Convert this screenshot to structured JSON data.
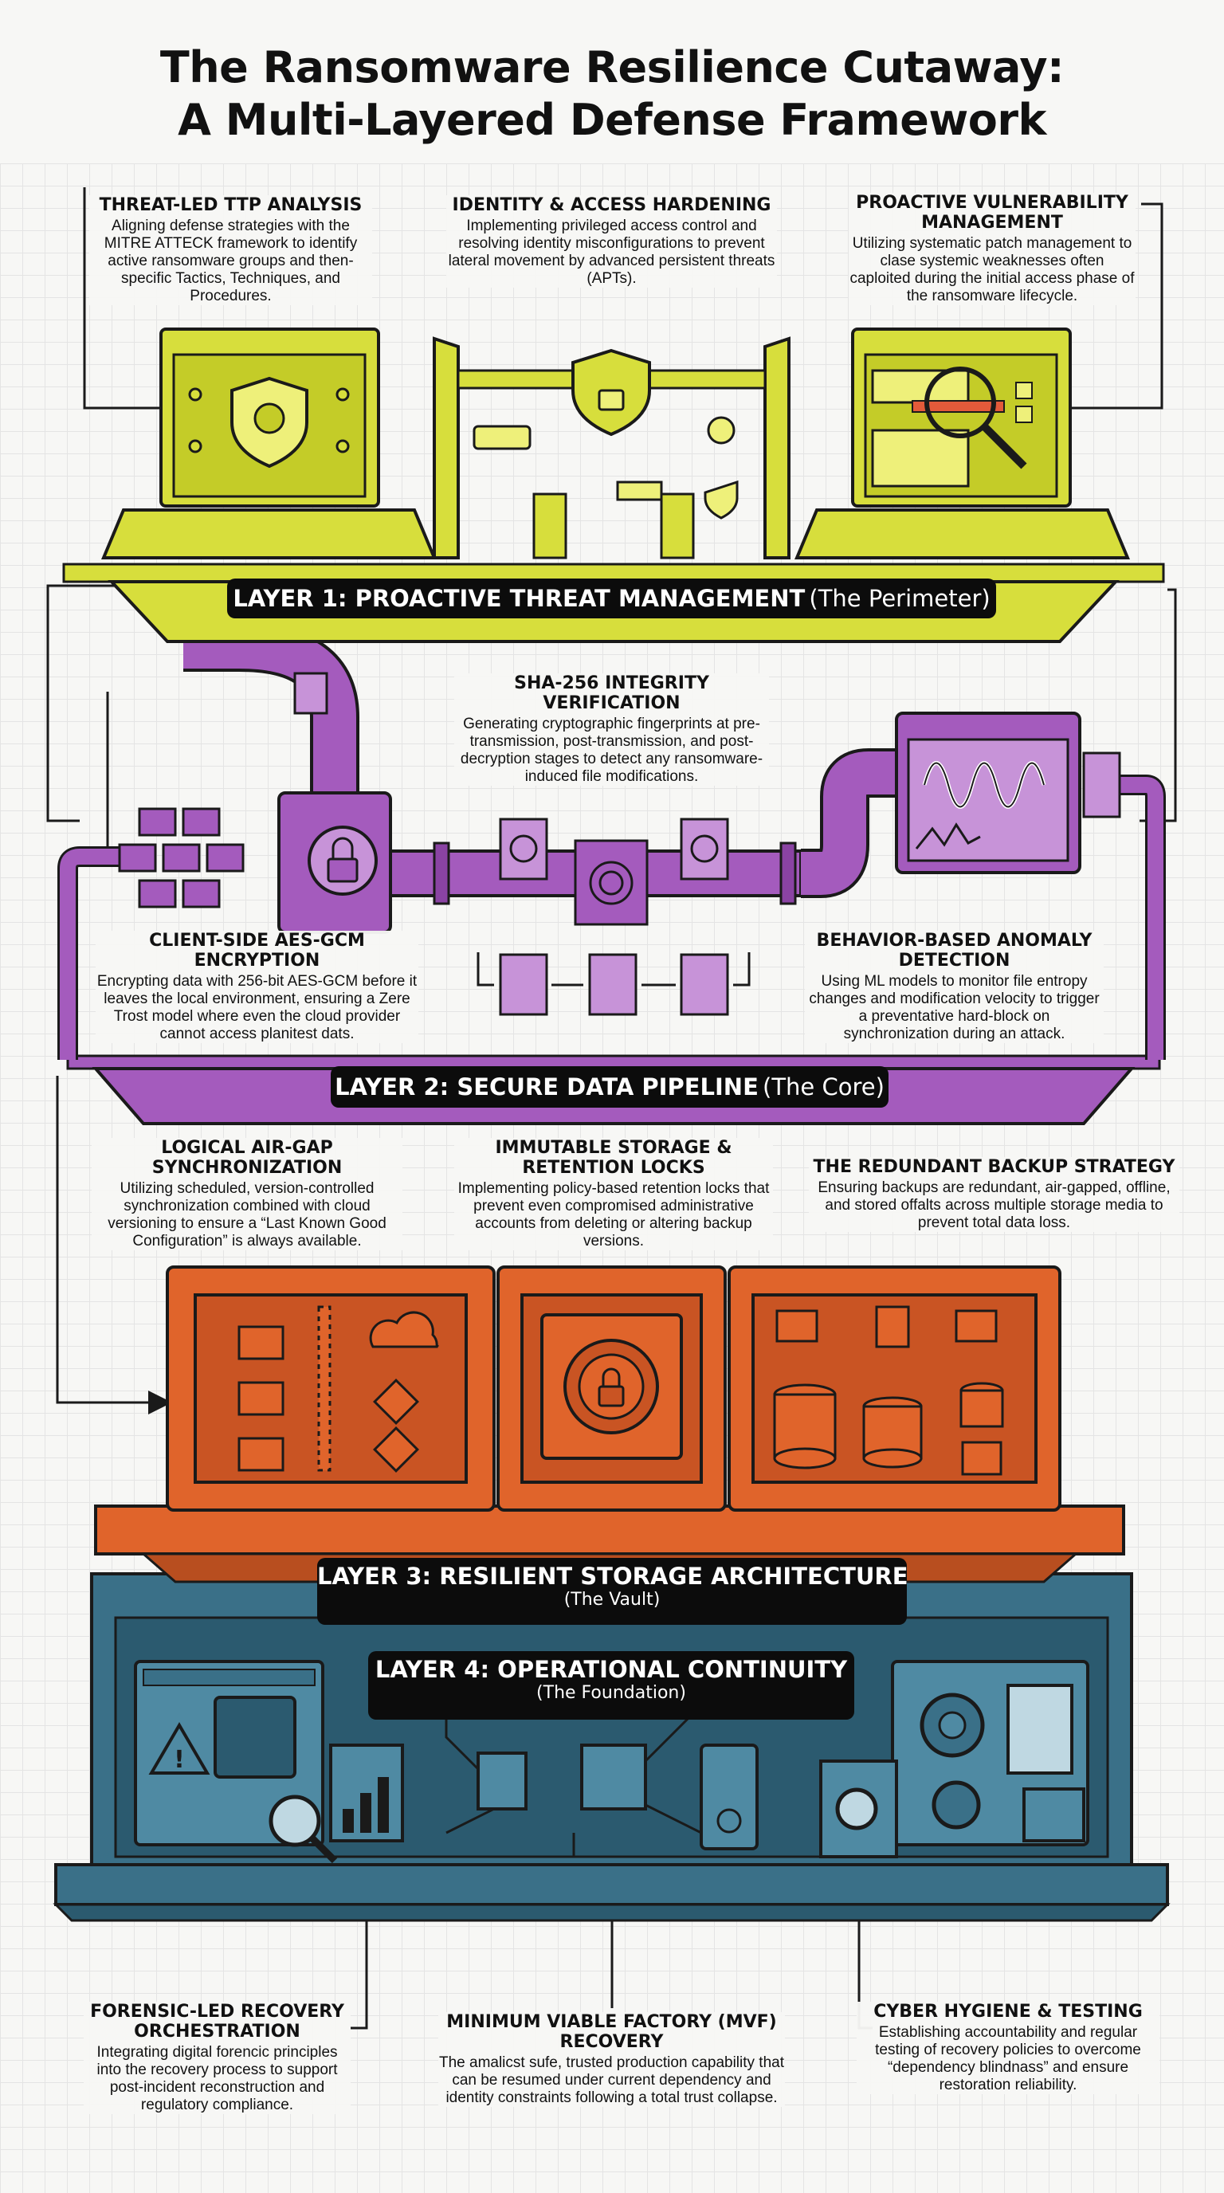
{
  "title": {
    "line1": "The Ransomware Resilience Cutaway:",
    "line2": "A Multi-Layered Defense Framework"
  },
  "colors": {
    "layer1": "#d7de3c",
    "layer2": "#a45bbd",
    "layer3": "#e0642b",
    "layer4": "#3a7088",
    "outline": "#1a1a1a"
  },
  "layers": {
    "layer1": {
      "title": "LAYER 1: PROACTIVE THREAT MANAGEMENT",
      "subtitle": "(The Perimeter)"
    },
    "layer2": {
      "title": "LAYER 2: SECURE DATA PIPELINE",
      "subtitle": "(The Core)"
    },
    "layer3": {
      "title": "LAYER 3: RESILIENT STORAGE ARCHITECTURE",
      "subtitle": "(The Vault)"
    },
    "layer4": {
      "title": "LAYER 4: OPERATIONAL CONTINUITY",
      "subtitle": "(The Foundation)"
    }
  },
  "callouts": {
    "ttp": {
      "title": "THREAT-LED TTP ANALYSIS",
      "body": "Aligning defense strategies with the MITRE ATTECK framework to identify active ransomware groups and then-specific Tactics, Techniques, and Procedures."
    },
    "iam": {
      "title": "IDENTITY & ACCESS HARDENING",
      "body": "Implementing privileged access control and resolving identity misconfigurations to prevent lateral movement by advanced persistent threats (APTs)."
    },
    "vuln": {
      "title": "PROACTIVE VULNERABILITY MANAGEMENT",
      "body": "Utilizing systematic patch management to clase systemic weaknesses often caploited during the initial access phase of the ransomware lifecycle."
    },
    "sha": {
      "title": "SHA-256 INTEGRITY VERIFICATION",
      "body": "Generating cryptographic fingerprints at pre-transmission, post-transmission, and post-decryption stages to detect any ransomware-induced file modifications."
    },
    "aes": {
      "title": "CLIENT-SIDE AES-GCM ENCRYPTION",
      "body": "Encrypting data with 256-bit AES-GCM before it leaves the local environment, ensuring a Zere Trost model where even the cloud provider cannot access planitest dats."
    },
    "anomaly": {
      "title": "BEHAVIOR-BASED ANOMALY DETECTION",
      "body": "Using ML models to monitor file entropy changes and modification velocity to trigger a preventative hard-block on synchronization during an attack."
    },
    "airgap": {
      "title": "LOGICAL AIR-GAP SYNCHRONIZATION",
      "body": "Utilizing scheduled, version-controlled synchronization combined with cloud versioning to ensure a “Last Known Good Configuration” is always available."
    },
    "immutable": {
      "title": "IMMUTABLE STORAGE & RETENTION LOCKS",
      "body": "Implementing policy-based retention locks that prevent even compromised administrative accounts from deleting or altering backup versions."
    },
    "backup": {
      "title": "THE REDUNDANT BACKUP STRATEGY",
      "body": "Ensuring backups are redundant, air-gapped, offline, and stored offalts across multiple storage media to prevent total data loss."
    },
    "forensic": {
      "title": "FORENSIC-LED RECOVERY ORCHESTRATION",
      "body": "Integrating digital forencic principles into the recovery process to support post-incident reconstruction and regulatory compliance."
    },
    "mvf": {
      "title": "MINIMUM VIABLE FACTORY (MVF) RECOVERY",
      "body": "The amalicst sufe, trusted production capability that can be resumed under current dependency and identity constraints following a total trust collapse."
    },
    "hygiene": {
      "title": "CYBER HYGIENE & TESTING",
      "body": "Establishing accountability and regular testing of recovery policies to overcome “dependency blindnass” and ensure restoration reliability."
    }
  }
}
